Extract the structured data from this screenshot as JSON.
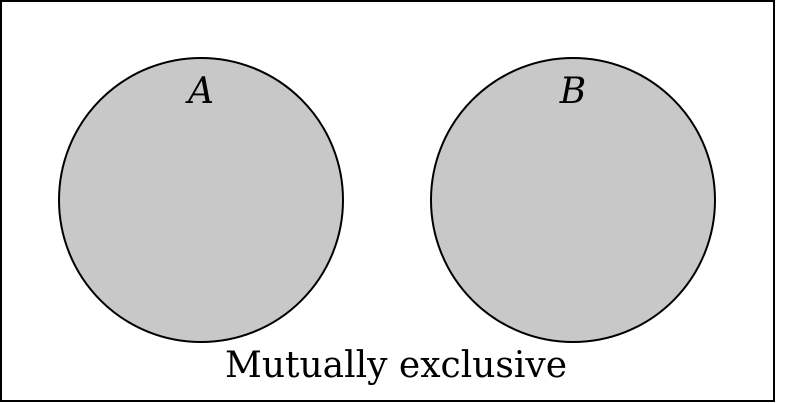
{
  "diagram": {
    "sets": [
      {
        "label": "A"
      },
      {
        "label": "B"
      }
    ],
    "caption": "Mutually exclusive",
    "colors": {
      "set_fill": "#c8c8c8",
      "stroke": "#000000",
      "background": "#ffffff"
    }
  }
}
